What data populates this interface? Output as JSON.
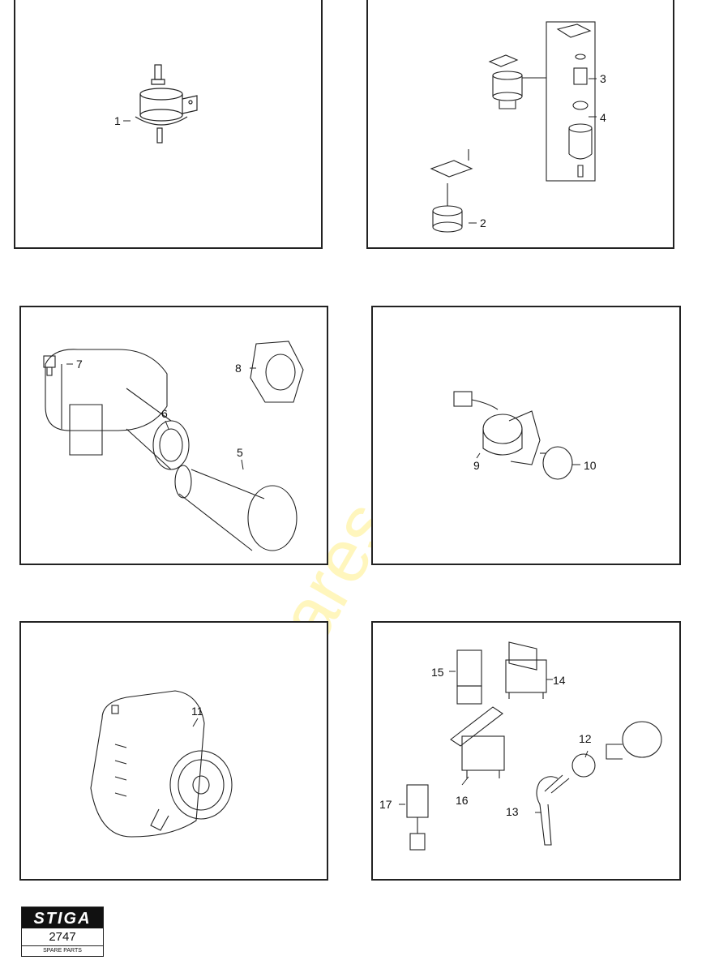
{
  "watermark": "stigaspares.co.uk",
  "panels": {
    "p1": {
      "labels": {
        "l1": "1"
      }
    },
    "p2": {
      "labels": {
        "l2": "2",
        "l3": "3",
        "l4": "4"
      }
    },
    "p3": {
      "labels": {
        "l5": "5",
        "l6": "6",
        "l7": "7",
        "l8": "8"
      }
    },
    "p4": {
      "labels": {
        "l9": "9",
        "l10": "10"
      }
    },
    "p5": {
      "labels": {
        "l11": "11"
      }
    },
    "p6": {
      "labels": {
        "l12": "12",
        "l13": "13",
        "l14": "14",
        "l15": "15",
        "l16": "16",
        "l17": "17"
      }
    }
  },
  "logo": {
    "brand": "STIGA",
    "number": "2747",
    "subtitle": "SPARE PARTS"
  },
  "colors": {
    "line": "#222222",
    "watermark": "#FFF3A8",
    "background": "#FFFFFF"
  }
}
